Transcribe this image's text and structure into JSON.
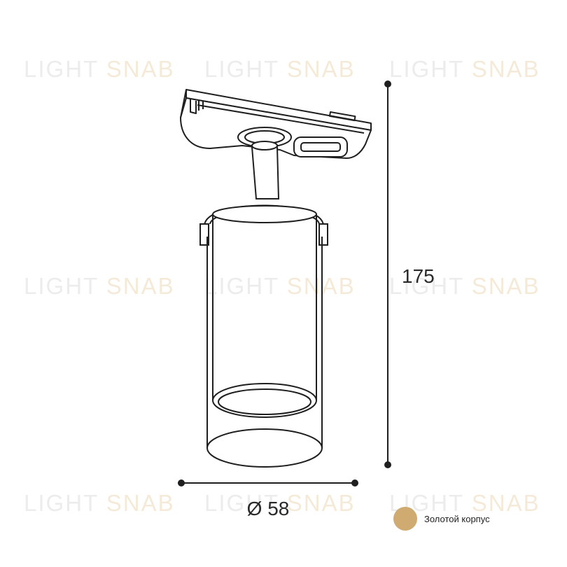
{
  "watermark": {
    "part1": "LIGHT",
    "part2": "SNAB",
    "color1": "#ececec",
    "color2": "#f5ead8"
  },
  "dimensions": {
    "height": "175",
    "width": "Ø 58"
  },
  "legend": {
    "label": "Золотой корпус",
    "swatch_color": "#cfab72"
  },
  "colors": {
    "line": "#1f1f1f"
  }
}
